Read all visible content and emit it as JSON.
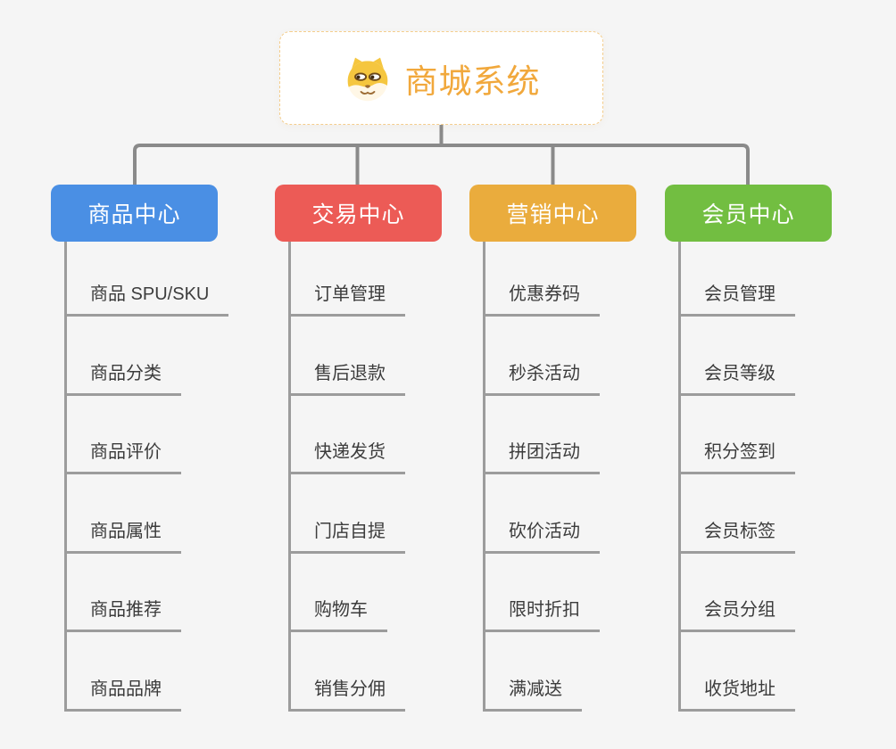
{
  "root": {
    "title": "商城系统",
    "icon": "doge-icon"
  },
  "branches": [
    {
      "label": "商品中心",
      "color": "#4A8FE4",
      "items": [
        "商品 SPU/SKU",
        "商品分类",
        "商品评价",
        "商品属性",
        "商品推荐",
        "商品品牌"
      ]
    },
    {
      "label": "交易中心",
      "color": "#EC5B56",
      "items": [
        "订单管理",
        "售后退款",
        "快递发货",
        "门店自提",
        "购物车",
        "销售分佣"
      ]
    },
    {
      "label": "营销中心",
      "color": "#EAAC3D",
      "items": [
        "优惠券码",
        "秒杀活动",
        "拼团活动",
        "砍价活动",
        "限时折扣",
        "满减送"
      ]
    },
    {
      "label": "会员中心",
      "color": "#72BE41",
      "items": [
        "会员管理",
        "会员等级",
        "积分签到",
        "会员标签",
        "会员分组",
        "收货地址"
      ]
    }
  ],
  "colors": {
    "canvas_bg": "#F5F5F5",
    "connector": "#8A8A8A",
    "sub_line": "#9C9C9C",
    "item_text": "#3C3C3C",
    "root_title": "#F1A83C",
    "root_border": "#F4CD8C",
    "root_bg": "#FFFFFF"
  }
}
